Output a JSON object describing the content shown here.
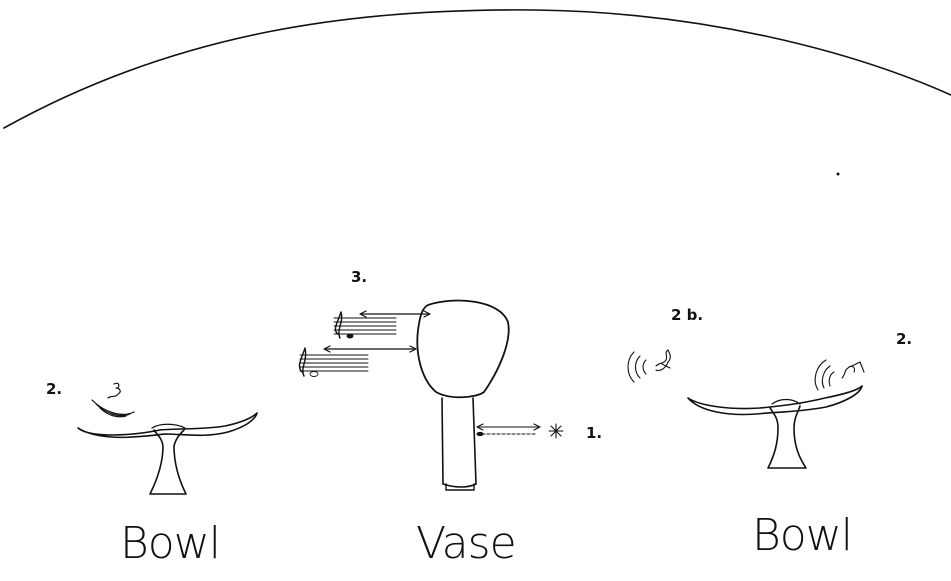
{
  "labels": {
    "left_bowl": "Bowl",
    "vase": "Vase",
    "right_bowl": "Bowl"
  },
  "markers": {
    "m3": "3.",
    "m2_left": "2.",
    "m2b": "2 b.",
    "m2_right": "2.",
    "m1": "1."
  },
  "colors": {
    "ink": "#111111",
    "paper": "#ffffff"
  }
}
